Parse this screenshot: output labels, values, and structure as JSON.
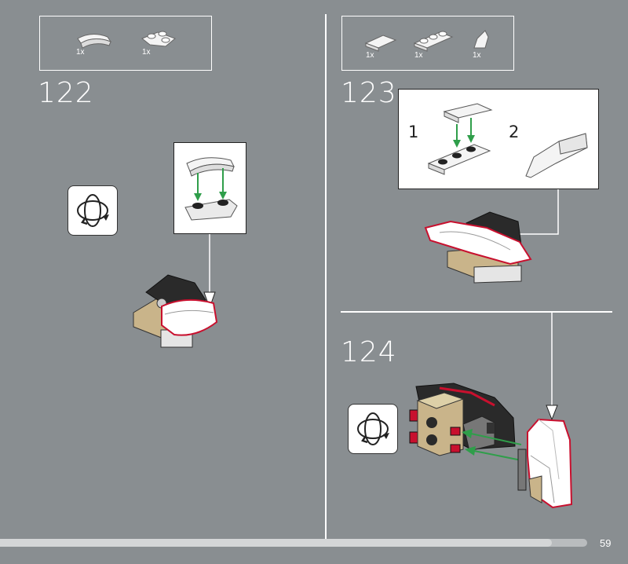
{
  "steps": [
    {
      "number": "122",
      "parts": [
        {
          "qty": "1x"
        },
        {
          "qty": "1x"
        }
      ]
    },
    {
      "number": "123",
      "parts": [
        {
          "qty": "1x"
        },
        {
          "qty": "1x"
        },
        {
          "qty": "1x"
        }
      ],
      "substeps": [
        "1",
        "2"
      ]
    },
    {
      "number": "124"
    }
  ],
  "page": {
    "number": "59",
    "progress": 0.94
  },
  "colors": {
    "background": "#898e91",
    "arrow_green": "#2f9e4a",
    "highlight_red": "#c8102e",
    "tan": "#c9b48a"
  },
  "icons": [
    "rotate-model-icon",
    "rotate-model-icon"
  ]
}
